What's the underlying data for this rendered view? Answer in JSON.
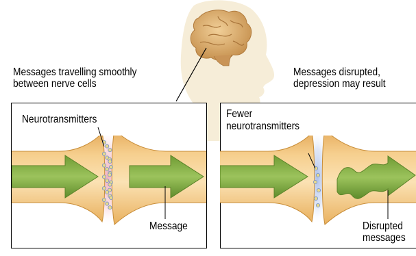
{
  "top_left_caption": {
    "line1": "Messages travelling smoothly",
    "line2": "between nerve cells"
  },
  "top_right_caption": {
    "line1": "Messages disrupted,",
    "line2": "depression may result"
  },
  "left_panel": {
    "neurotransmitters_label": "Neurotransmitters",
    "message_label": "Message"
  },
  "right_panel": {
    "fewer_label_line1": "Fewer",
    "fewer_label_line2": "neurotransmitters",
    "disrupted_label_line1": "Disrupted",
    "disrupted_label_line2": "messages"
  },
  "icons": {
    "head": "head-silhouette-icon",
    "brain": "brain-icon",
    "arrow": "arrow-right-icon",
    "wavy_arrow": "wavy-arrow-icon"
  },
  "colors": {
    "head_silhouette": "#f6edd8",
    "brain": "#d9aa6a",
    "nerve_fill": "#f3c47f",
    "nerve_edge": "#c88d38",
    "arrow_fill": "#7ea842",
    "glow_healthy": "#f1a9b6",
    "glow_disrupted": "#a9bde8",
    "dot_fill": "#e8dc8c",
    "dot_edge": "#7f96c4"
  }
}
